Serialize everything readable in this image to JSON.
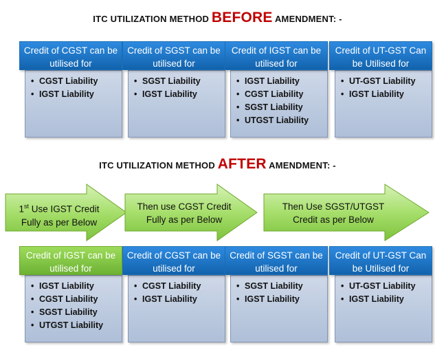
{
  "before": {
    "heading_prefix": "ITC UTILIZATION METHOD ",
    "heading_highlight": "BEFORE",
    "heading_suffix": " AMENDMENT: -",
    "cards": [
      {
        "title": "Credit of CGST can be utilised for",
        "items": [
          "CGST Liability",
          "IGST Liability"
        ]
      },
      {
        "title": "Credit of SGST can be utilised for",
        "items": [
          "SGST Liability",
          "IGST Liability"
        ]
      },
      {
        "title": "Credit of IGST can be utilised for",
        "items": [
          "IGST Liability",
          "CGST Liability",
          "SGST Liability",
          "UTGST Liability"
        ]
      },
      {
        "title": "Credit of UT-GST Can be Utilised for",
        "items": [
          "UT-GST Liability",
          "IGST Liability"
        ]
      }
    ]
  },
  "after": {
    "heading_prefix": "ITC UTILIZATION METHOD ",
    "heading_highlight": "AFTER",
    "heading_suffix": " AMENDMENT: -",
    "arrows": [
      {
        "ordinal": "1",
        "superscript": "st",
        "text_line1": " Use IGST Credit",
        "text_line2": "Fully as per Below"
      },
      {
        "text_line1": "Then use CGST Credit",
        "text_line2": "Fully as per Below"
      },
      {
        "text_line1": "Then Use SGST/UTGST",
        "text_line2": "Credit as per Below"
      }
    ],
    "cards": [
      {
        "title": "Credit of IGST can be utilised for",
        "items": [
          "IGST Liability",
          "CGST Liability",
          "SGST Liability",
          "UTGST Liability"
        ]
      },
      {
        "title": "Credit of CGST can be utilised for",
        "items": [
          "CGST Liability",
          "IGST Liability"
        ]
      },
      {
        "title": "Credit of SGST can be utilised for",
        "items": [
          "SGST Liability",
          "IGST Liability"
        ]
      },
      {
        "title": "Credit of UT-GST Can be Utilised for",
        "items": [
          "UT-GST Liability",
          "IGST Liability"
        ]
      }
    ]
  },
  "colors": {
    "highlight": "#c00000",
    "card_header_blue": "#1e74c6",
    "card_header_green": "#86c747",
    "card_body": "#bfcde2",
    "arrow_green": "#9cdc5c"
  }
}
